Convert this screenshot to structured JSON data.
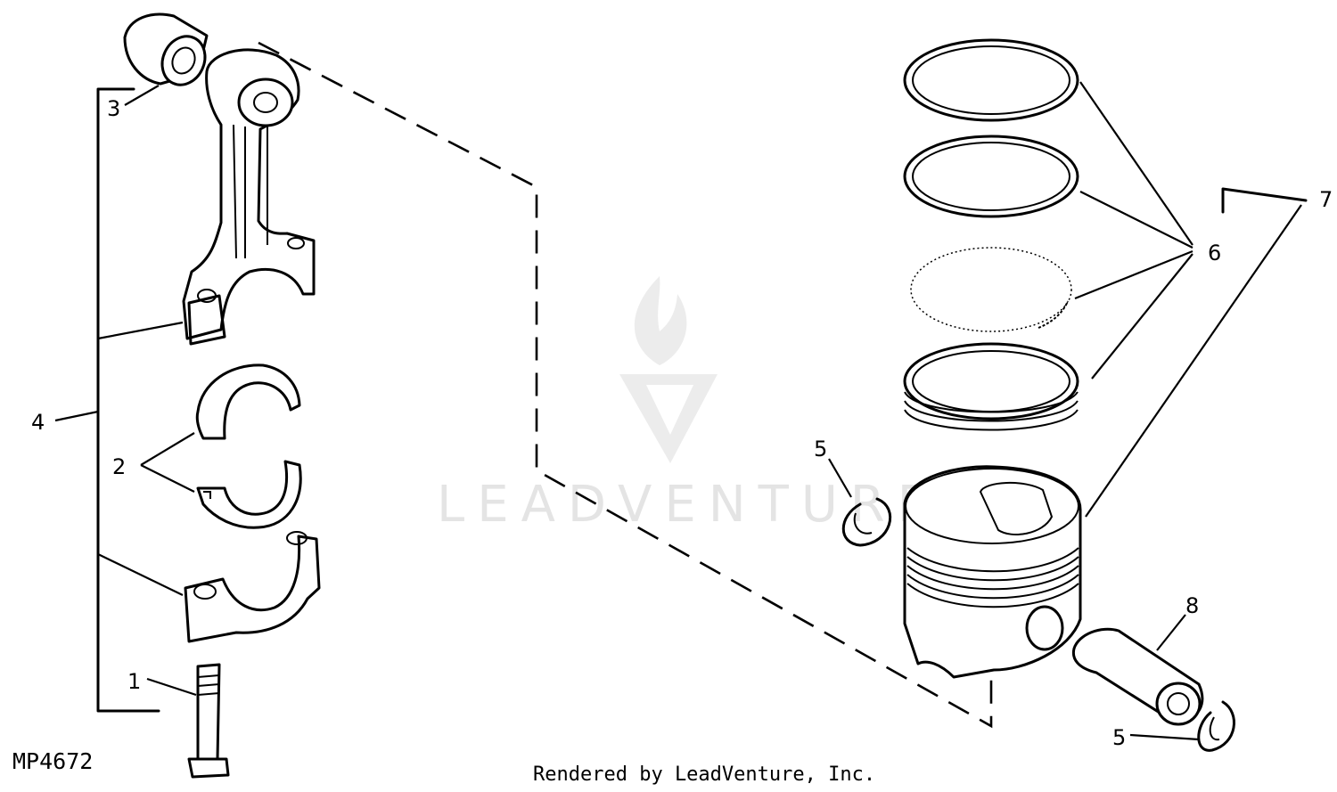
{
  "diagram": {
    "figure_id": "MP4672",
    "credit": "Rendered by LeadVenture, Inc.",
    "watermark": "LEADVENTURE",
    "callouts": [
      {
        "id": "callout-1",
        "text": "1"
      },
      {
        "id": "callout-2",
        "text": "2"
      },
      {
        "id": "callout-3",
        "text": "3"
      },
      {
        "id": "callout-4",
        "text": "4"
      },
      {
        "id": "callout-5-clip-left",
        "text": "5"
      },
      {
        "id": "callout-5-clip-bottom",
        "text": "5"
      },
      {
        "id": "callout-6",
        "text": "6"
      },
      {
        "id": "callout-7",
        "text": "7"
      },
      {
        "id": "callout-8",
        "text": "8"
      }
    ]
  }
}
